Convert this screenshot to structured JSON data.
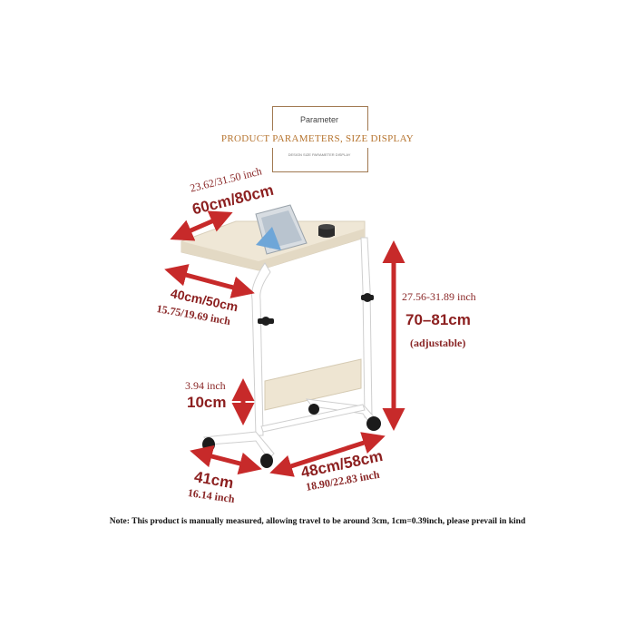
{
  "header": {
    "box_title": "Parameter",
    "subtitle": "PRODUCT PARAMETERS, SIZE DISPLAY",
    "tiny_text": "DESIGN SIZE PARAMETER DISPLAY"
  },
  "dimensions": {
    "width_inch": "23.62/31.50 inch",
    "width_cm": "60cm/80cm",
    "depth_cm": "40cm/50cm",
    "depth_inch": "15.75/19.69 inch",
    "height_inch": "27.56-31.89 inch",
    "height_cm": "70–81cm",
    "height_note": "adjustable",
    "shelf_inch": "3.94 inch",
    "shelf_cm": "10cm",
    "base_cm": "41cm",
    "base_inch": "16.14 inch",
    "length_cm": "48cm/58cm",
    "length_inch": "18.90/22.83 inch"
  },
  "note": "Note: This product is manually measured, allowing travel to be around 3cm, 1cm=0.39inch, please prevail in kind",
  "colors": {
    "arrow": "#c72a2a",
    "wood": "#efe7d6",
    "frame": "#ffffff",
    "accent": "#b6742f"
  }
}
